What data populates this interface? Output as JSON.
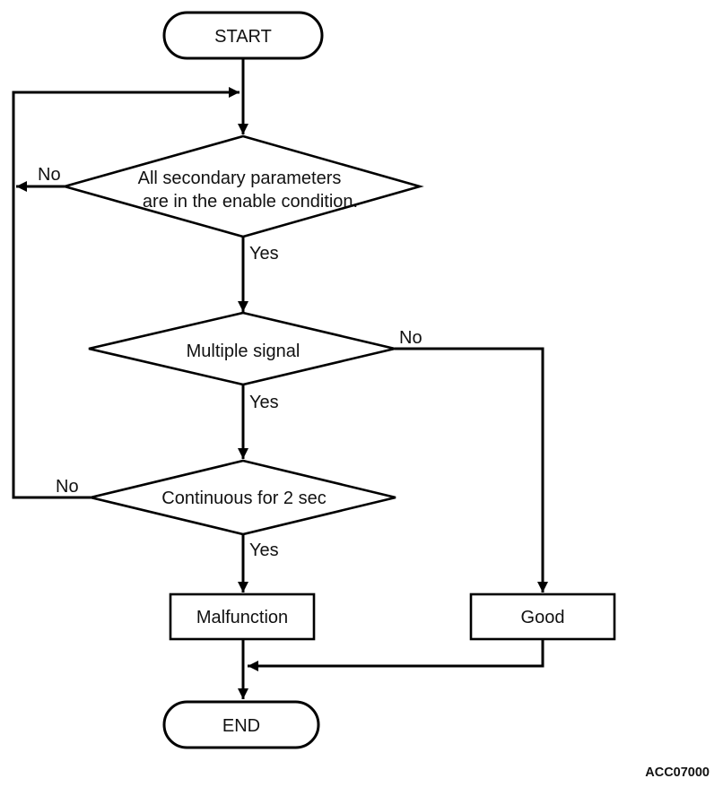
{
  "figure_code": "ACC07000",
  "colors": {
    "line": "#000000",
    "text": "#111111",
    "background": "#ffffff"
  },
  "nodes": {
    "start": {
      "label": "START"
    },
    "decision_enable": {
      "line1": "All secondary parameters",
      "line2": "are in the enable condition."
    },
    "decision_multiple": {
      "label": "Multiple signal"
    },
    "decision_continuous": {
      "label": "Continuous for 2 sec"
    },
    "malfunction": {
      "label": "Malfunction"
    },
    "good": {
      "label": "Good"
    },
    "end": {
      "label": "END"
    }
  },
  "edge_labels": {
    "enable_no": "No",
    "enable_yes": "Yes",
    "multiple_no": "No",
    "multiple_yes": "Yes",
    "continuous_no": "No",
    "continuous_yes": "Yes"
  }
}
